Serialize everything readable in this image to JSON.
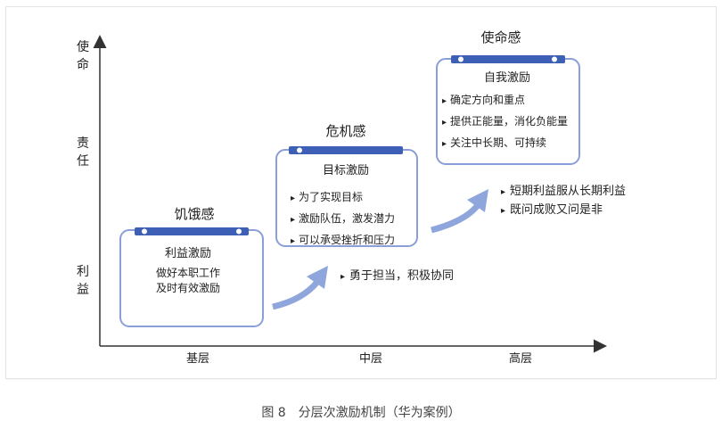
{
  "y_axis": {
    "top": [
      "使",
      "命"
    ],
    "middle": [
      "责",
      "任"
    ],
    "bottom": [
      "利",
      "益"
    ]
  },
  "x_axis": {
    "labels": [
      "基层",
      "中层",
      "高层"
    ]
  },
  "cards": [
    {
      "title": "饥饿感",
      "subtitle": "利益激励",
      "body": [
        "做好本职工作",
        "及时有效激励"
      ]
    },
    {
      "title": "危机感",
      "subtitle": "目标激励",
      "bullets": [
        "为了实现目标",
        "激励队伍，激发潜力",
        "可以承受挫折和压力"
      ]
    },
    {
      "title": "使命感",
      "subtitle": "自我激励",
      "bullets": [
        "确定方向和重点",
        "提供正能量，消化负能量",
        "关注中长期、可持续"
      ]
    }
  ],
  "notes": {
    "middle": [
      "勇于担当，积极协同"
    ],
    "high": [
      "短期利益服从长期利益",
      "既问成败又问是非"
    ]
  },
  "caption": "图 8　分层次激励机制（华为案例）",
  "colors": {
    "card_border": "#8a9fd8",
    "bar": "#3d5fb5",
    "arrow": "#8fa6dc",
    "axis": "#333333"
  }
}
